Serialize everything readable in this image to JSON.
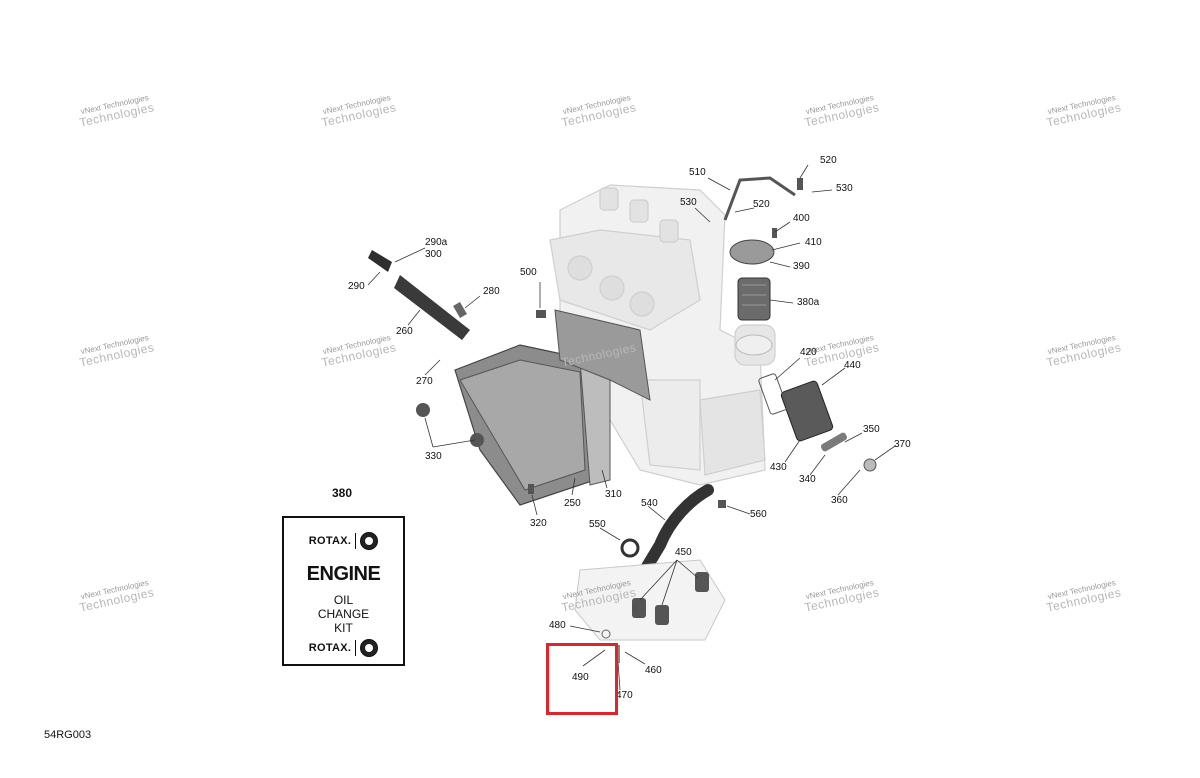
{
  "callouts": {
    "c510": "510",
    "c520a": "520",
    "c530a": "530",
    "c530b": "530",
    "c520b": "520",
    "c400": "400",
    "c410": "410",
    "c390": "390",
    "c380a": "380a",
    "c290a": "290a",
    "c300": "300",
    "c290": "290",
    "c280": "280",
    "c260": "260",
    "c270": "270",
    "c500": "500",
    "c420": "420",
    "c440": "440",
    "c330": "330",
    "c250": "250",
    "c310": "310",
    "c430": "430",
    "c350": "350",
    "c370": "370",
    "c340": "340",
    "c360": "360",
    "c320": "320",
    "c540": "540",
    "c560": "560",
    "c550": "550",
    "c450": "450",
    "c480": "480",
    "c490": "490",
    "c460": "460",
    "c470": "470"
  },
  "kit": {
    "part_number": "380",
    "brand": "ROTAX.",
    "line1": "ENGINE",
    "line2": "OIL",
    "line3": "CHANGE",
    "line4": "KIT"
  },
  "watermark": {
    "line1": "vNext",
    "line2": "Technologies",
    "line3": "vNext Technologies"
  },
  "drawing_code": "54RG003",
  "colors": {
    "highlight": "#e0242b",
    "ghost_engine": "#dcdcdc",
    "parts_dark": "#4a4a4a"
  }
}
